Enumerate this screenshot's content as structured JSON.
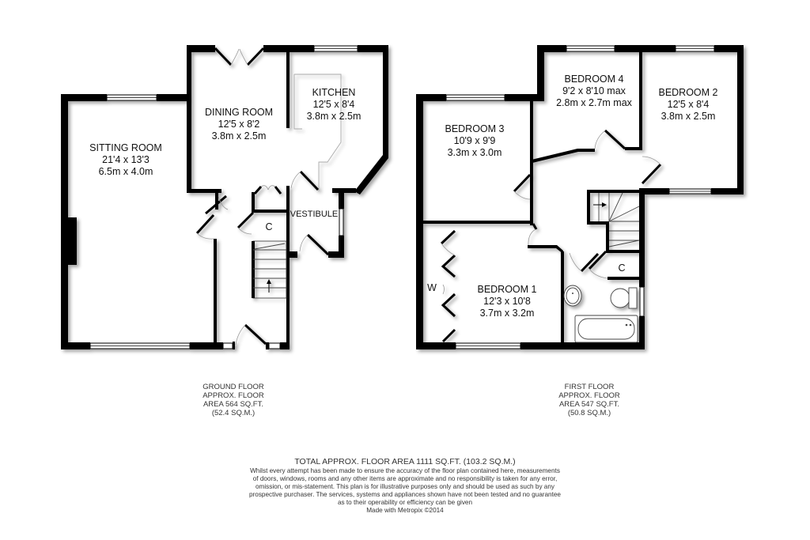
{
  "ground_floor": {
    "rooms": [
      {
        "name": "SITTING ROOM",
        "imperial": "21'4 x 13'3",
        "metric": "6.5m x 4.0m"
      },
      {
        "name": "DINING ROOM",
        "imperial": "12'5 x 8'2",
        "metric": "3.8m x 2.5m"
      },
      {
        "name": "KITCHEN",
        "imperial": "12'5 x 8'4",
        "metric": "3.8m x 2.5m"
      },
      {
        "name": "VESTIBULE"
      },
      {
        "name": "C"
      }
    ],
    "info": {
      "line1": "GROUND FLOOR",
      "line2": "APPROX. FLOOR",
      "line3": "AREA 564 SQ.FT.",
      "line4": "(52.4 SQ.M.)"
    }
  },
  "first_floor": {
    "rooms": [
      {
        "name": "BEDROOM 4",
        "imperial": "9'2 x 8'10 max",
        "metric": "2.8m x 2.7m max"
      },
      {
        "name": "BEDROOM 2",
        "imperial": "12'5 x 8'4",
        "metric": "3.8m x 2.5m"
      },
      {
        "name": "BEDROOM 3",
        "imperial": "10'9 x 9'9",
        "metric": "3.3m x 3.0m"
      },
      {
        "name": "BEDROOM 1",
        "imperial": "12'3 x 10'8",
        "metric": "3.7m x 3.2m"
      },
      {
        "name": "W"
      },
      {
        "name": "C"
      }
    ],
    "info": {
      "line1": "FIRST FLOOR",
      "line2": "APPROX. FLOOR",
      "line3": "AREA 547 SQ.FT.",
      "line4": "(50.8 SQ.M.)"
    }
  },
  "footer": {
    "total": "TOTAL APPROX. FLOOR AREA 1111 SQ.FT. (103.2 SQ.M.)",
    "disclaimer": [
      "Whilst every attempt has been made to ensure the accuracy of the floor plan contained here, measurements",
      "of doors, windows, rooms and any other items are approximate and no responsibility is taken for any error,",
      "omission, or mis-statement. This plan is for illustrative purposes only and should be used as such by any",
      "prospective purchaser. The services, systems and appliances shown have not been tested and no guarantee",
      "as to their operability or efficiency can be given"
    ],
    "credit": "Made with Metropix ©2014"
  }
}
